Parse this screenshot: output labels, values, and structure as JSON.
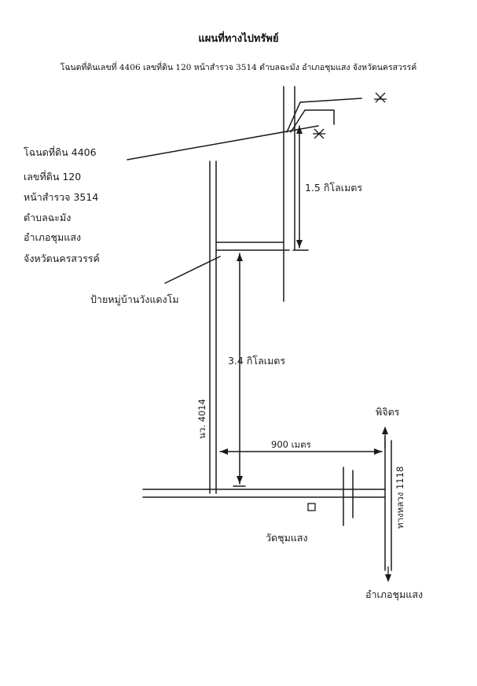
{
  "title": "แผนที่ทางไปทรัพย์",
  "subtitle": "โฉนดที่ดินเลขที่ 4406 เลขที่ดิน 120 หน้าสำรวจ 3514  ตำบลฉะมัง อำเภอชุมแสง จังหวัดนครสวรรค์",
  "property_note": {
    "lines": [
      "โฉนดที่ดิน 4406",
      "เลขที่ดิน 120",
      "หน้าสำรวจ 3514",
      "ตำบลฉะมัง",
      "อำเภอชุมแสง",
      "จังหวัดนครสวรรค์"
    ]
  },
  "labels": {
    "village_entrance": "ป้ายหมู่บ้านวังแดงโม",
    "distance_top": "1.5 กิโลเมตร",
    "distance_middle": "3.4 กิโลเมตร",
    "distance_horizontal": "900 เมตร",
    "road_left": "นว. 4014",
    "road_right": "ทางหลวง 1118",
    "to_phichit": "พิจิตร",
    "temple": "วัดชุมแสง",
    "to_chumsaeng": "อำเภอชุมแสง"
  },
  "colors": {
    "ink": "#1a1a1a"
  }
}
